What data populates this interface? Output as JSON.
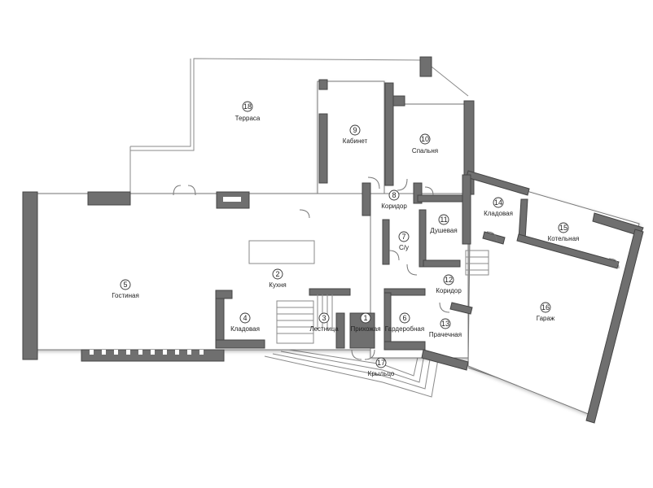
{
  "rooms": [
    {
      "num": "1",
      "name": "Прихожая"
    },
    {
      "num": "2",
      "name": "Кухня"
    },
    {
      "num": "3",
      "name": "Лестница"
    },
    {
      "num": "4",
      "name": "Кладовая"
    },
    {
      "num": "5",
      "name": "Гостиная"
    },
    {
      "num": "6",
      "name": "Гардеробная"
    },
    {
      "num": "7",
      "name": "С/у"
    },
    {
      "num": "8",
      "name": "Коридор"
    },
    {
      "num": "9",
      "name": "Кабинет"
    },
    {
      "num": "10",
      "name": "Спальня"
    },
    {
      "num": "11",
      "name": "Душевая"
    },
    {
      "num": "12",
      "name": "Коридор"
    },
    {
      "num": "13",
      "name": "Прачечная"
    },
    {
      "num": "14",
      "name": "Кладовая"
    },
    {
      "num": "15",
      "name": "Котельная"
    },
    {
      "num": "16",
      "name": "Гараж"
    },
    {
      "num": "17",
      "name": "Крыльцо"
    },
    {
      "num": "18",
      "name": "Терраса"
    }
  ],
  "colors": {
    "wall": "#6f6f6f",
    "background": "#ffffff"
  }
}
